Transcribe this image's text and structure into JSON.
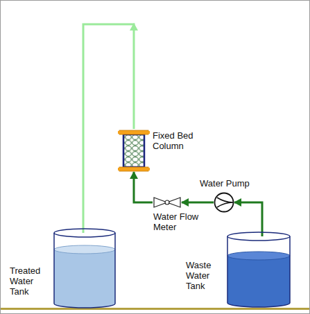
{
  "diagram": {
    "nodes": [
      {
        "text": [
          "Treated Water Tank"
        ]
      },
      {
        "text": [
          "Fixed Bed Column"
        ]
      },
      {
        "text": [
          "Water Flow Meter"
        ]
      },
      {
        "text": [
          "Water Pump"
        ]
      },
      {
        "text": [
          "Waste Water Tank"
        ]
      }
    ],
    "edges": [
      {
        "from": 4,
        "to": 3,
        "arrow": "to"
      },
      {
        "from": 3,
        "to": 2,
        "arrow": "to"
      },
      {
        "from": 2,
        "to": 1,
        "arrow": "to"
      },
      {
        "from": 1,
        "to": 0,
        "arrow": "to"
      }
    ]
  }
}
